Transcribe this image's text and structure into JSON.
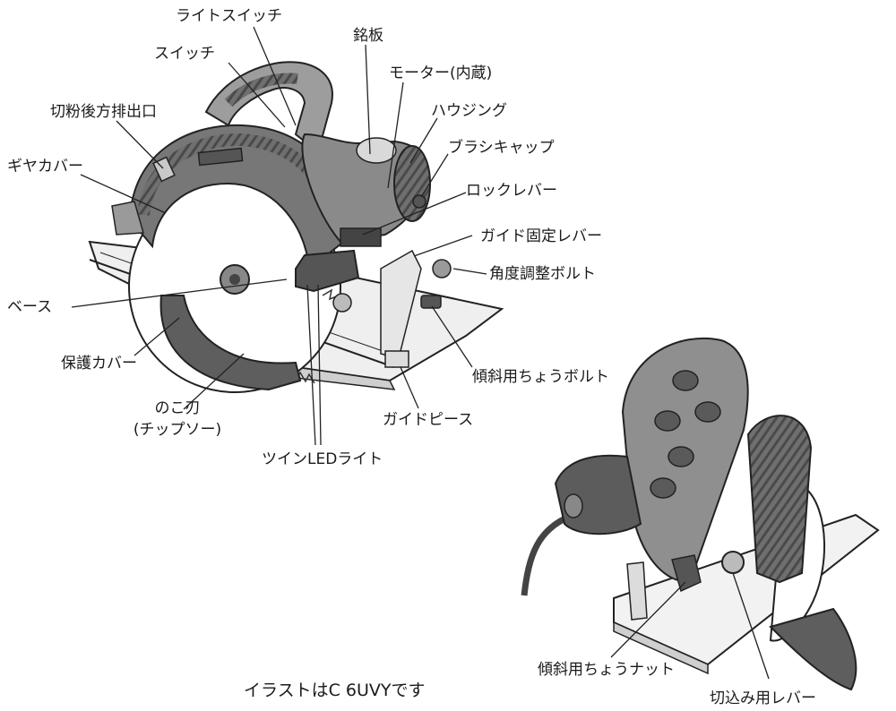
{
  "labels": {
    "light_switch": "ライトスイッチ",
    "nameplate": "銘板",
    "switch": "スイッチ",
    "motor": "モーター(内蔵)",
    "rear_chip_outlet": "切粉後方排出口",
    "housing": "ハウジング",
    "brush_cap": "ブラシキャップ",
    "gear_cover": "ギヤカバー",
    "lock_lever": "ロックレバー",
    "guide_fixing_lever": "ガイド固定レバー",
    "angle_adjust_bolt": "角度調整ボルト",
    "base": "ベース",
    "protective_cover": "保護カバー",
    "bevel_wing_bolt": "傾斜用ちょうボルト",
    "saw_blade_line1": "のこ刃",
    "saw_blade_line2": "(チップソー)",
    "guide_piece": "ガイドピース",
    "twin_led_light": "ツインLEDライト",
    "bevel_wing_nut": "傾斜用ちょうナット",
    "depth_lever": "切込み用レバー"
  },
  "caption": "イラストはC 6UVYです"
}
